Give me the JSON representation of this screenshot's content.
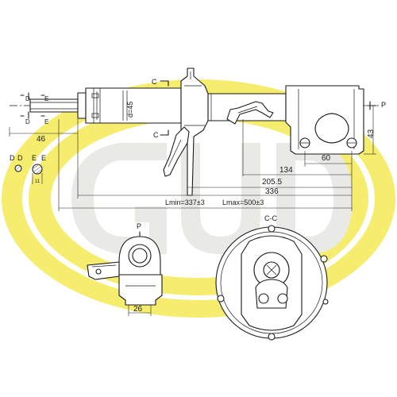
{
  "brand_colors": {
    "watermark_yellow": "#f6ec6e",
    "watermark_grey": "#e9e9e6",
    "line": "#1a1a1a"
  },
  "labels": {
    "section_c_top": "C",
    "section_c_mid": "C",
    "section_p_right": "P",
    "section_d_top": "D",
    "section_e_top": "E",
    "section_d_bottom": "D",
    "section_e_bottom": "E",
    "rod_diameter": "d=45",
    "dim_46": "46",
    "dim_43": "43",
    "dim_60": "60",
    "dim_134": "134",
    "dim_205_5": "205.5",
    "dim_336": "336",
    "length_min": "Lmin=337±3",
    "length_max": "Lmax=500±3",
    "dd_left": "D",
    "dd_right": "D",
    "ee_left": "E",
    "ee_right": "E",
    "dim_11": "11",
    "view_p": "P",
    "dim_26": "26",
    "section_cc": "C-C"
  }
}
